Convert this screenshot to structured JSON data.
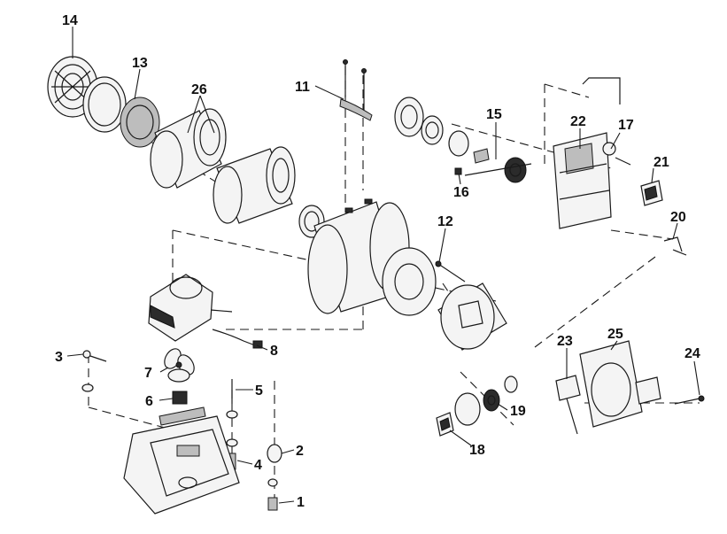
{
  "labels": {
    "p1": "1",
    "p2": "2",
    "p3": "3",
    "p4": "4",
    "p5": "5",
    "p6": "6",
    "p7": "7",
    "p8": "8",
    "p11": "11",
    "p12": "12",
    "p13": "13",
    "p14": "14",
    "p15": "15",
    "p16": "16",
    "p17": "17",
    "p18": "18",
    "p19": "19",
    "p20": "20",
    "p21": "21",
    "p22": "22",
    "p23": "23",
    "p24": "24",
    "p25": "25",
    "p26": "26"
  }
}
